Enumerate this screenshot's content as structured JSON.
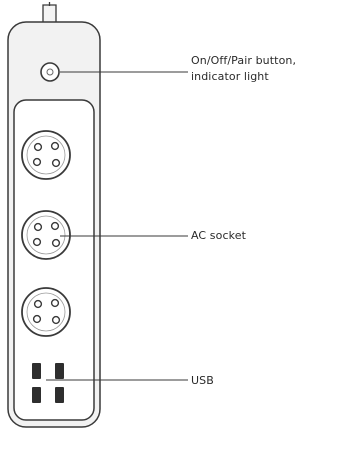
{
  "diagram": {
    "callouts": {
      "button": {
        "line1": "On/Off/Pair button,",
        "line2": "indicator light"
      },
      "socket": {
        "text": "AC socket"
      },
      "usb": {
        "text": "USB"
      }
    },
    "colors": {
      "outline": "#3a3a3a",
      "plug_fill": "#f2f2f2",
      "body_fill": "#ffffff",
      "leader_line": "#3a3a3a",
      "label_text": "#2a2a2a"
    }
  }
}
